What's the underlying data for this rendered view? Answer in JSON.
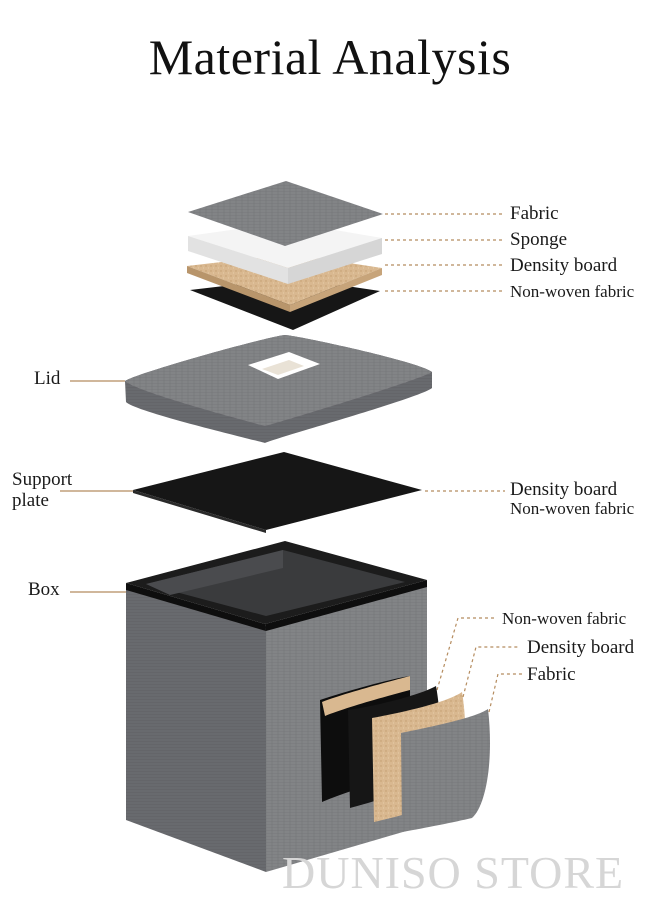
{
  "title": "Material Analysis",
  "watermark": "DUNISO STORE",
  "labels": {
    "top_fabric": "Fabric",
    "top_sponge": "Sponge",
    "top_density_board": "Density board",
    "top_non_woven": "Non-woven fabric",
    "lid": "Lid",
    "support_plate_line1": "Support",
    "support_plate_line2": "plate",
    "plate_density_board": "Density board",
    "plate_non_woven": "Non-woven fabric",
    "box": "Box",
    "wall_non_woven": "Non-woven fabric",
    "wall_density_board": "Density board",
    "wall_fabric": "Fabric"
  },
  "colors": {
    "fabric_gray": "#7d7e81",
    "fabric_dark": "#5f6063",
    "sponge_white": "#f4f4f4",
    "density_board_tan": "#d9b890",
    "non_woven_black": "#161616",
    "leader_line": "#b58c5f",
    "watermark": "#d6d6d6"
  }
}
